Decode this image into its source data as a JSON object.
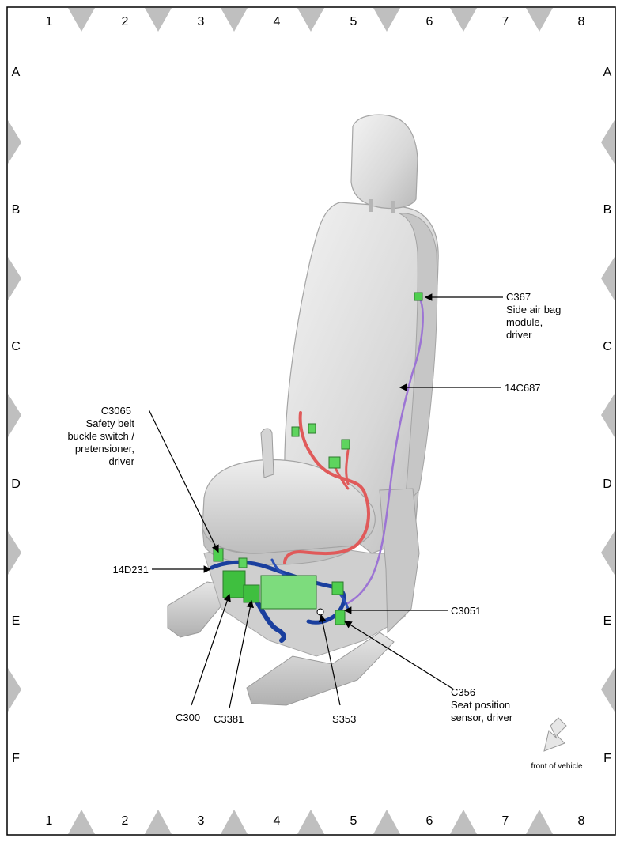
{
  "grid": {
    "columns": [
      "1",
      "2",
      "3",
      "4",
      "5",
      "6",
      "7",
      "8"
    ],
    "rows": [
      "A",
      "B",
      "C",
      "D",
      "E",
      "F"
    ]
  },
  "callouts": {
    "c367": [
      "C367",
      "Side air bag",
      "module,",
      "driver"
    ],
    "wire_14c687": "14C687",
    "c3065": [
      "C3065",
      "Safety belt",
      "buckle switch /",
      "pretensioner,",
      "driver"
    ],
    "wire_14d231": "14D231",
    "c3051": "C3051",
    "c356": [
      "C356",
      "Seat position",
      "sensor, driver"
    ],
    "c300": "C300",
    "c3381": "C3381",
    "s353": "S353"
  },
  "orientation": {
    "front_label": "front of vehicle",
    "icon": "arrow-icon"
  },
  "colors": {
    "frame": "#000000",
    "grid_triangles": "#bfbfbf",
    "seat": "#d9d9d9",
    "wire_red": "#e05050",
    "wire_purple": "#9a6fd0",
    "wire_blue": "#1a3fa0",
    "connector_green": "#4fcf4f"
  }
}
